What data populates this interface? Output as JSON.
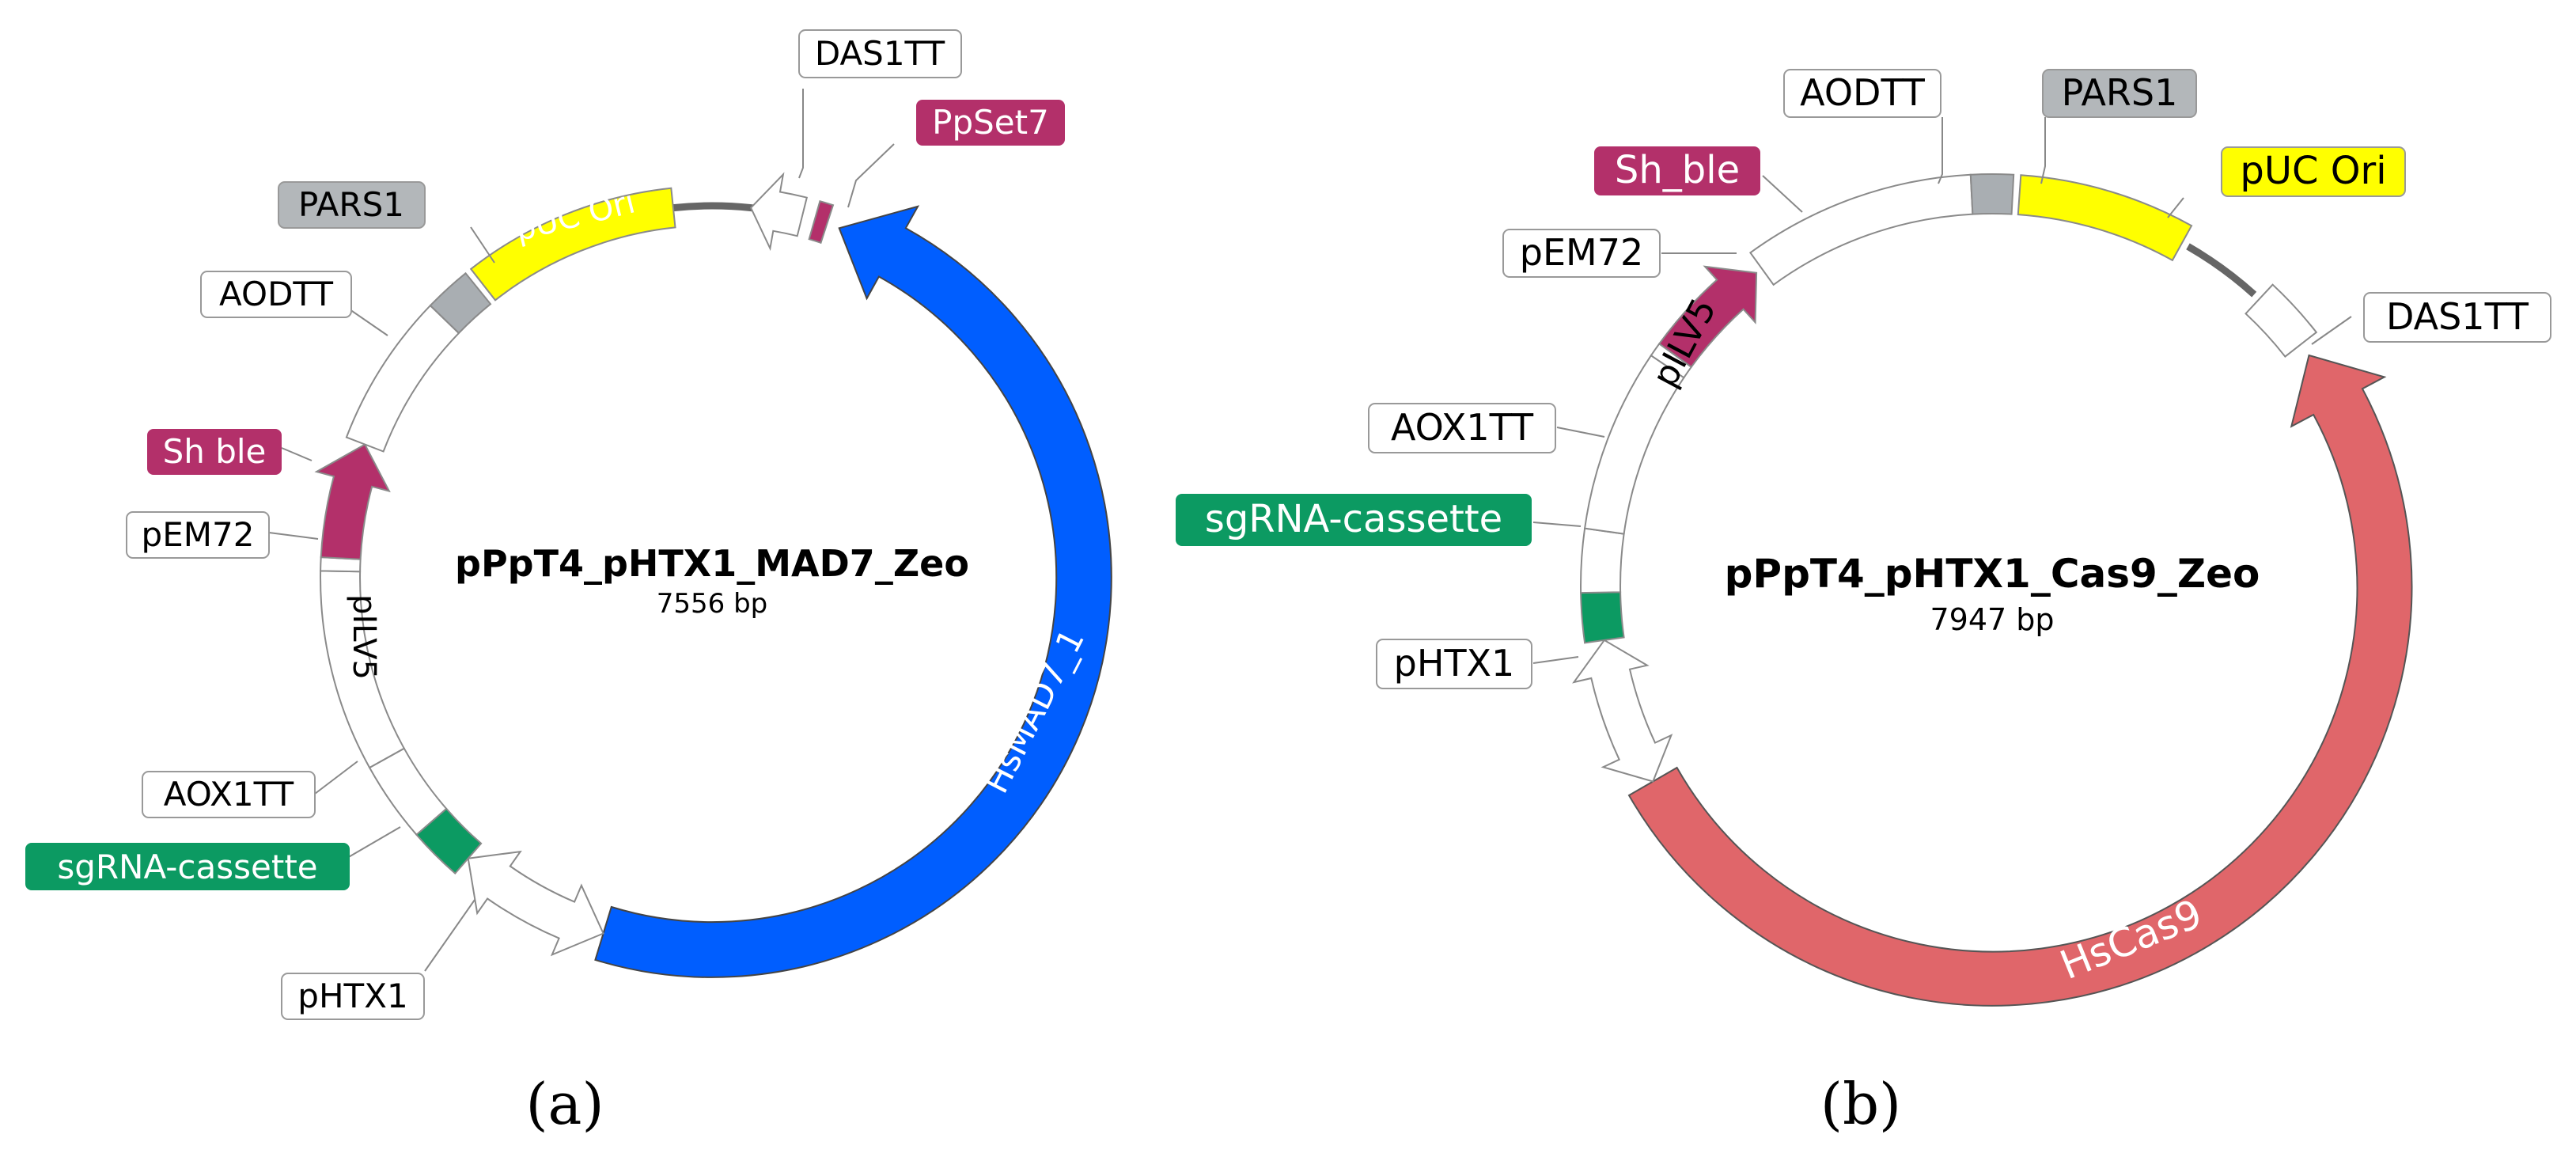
{
  "colors": {
    "blue": "#005eff",
    "magenta": "#b3306a",
    "green": "#0c9a62",
    "yellow": "#ffff00",
    "grey": "#a9aeb2",
    "salmon": "#e0666a",
    "white_feature": "#ffffff",
    "outline": "#8a8a8a",
    "backbone": "#666666"
  },
  "panel_a": {
    "caption": "(a)",
    "name": "pPpT4_pHTX1_MAD7_Zeo",
    "size": "7556 bp",
    "features": {
      "das1tt": "DAS1TT",
      "ppset7": "PpSet7",
      "puc_ori": "pUC Ori",
      "pars1": "PARS1",
      "aodtt": "AODTT",
      "sh_ble": "Sh ble",
      "pem72": "pEM72",
      "pilv5": "pILV5",
      "aox1tt": "AOX1TT",
      "sgrna": "sgRNA-cassette",
      "phtx1": "pHTX1",
      "hsmad7": "HsMAD7_1"
    }
  },
  "panel_b": {
    "caption": "(b)",
    "name": "pPpT4_pHTX1_Cas9_Zeo",
    "size": "7947 bp",
    "features": {
      "aodtt": "AODTT",
      "pars1": "PARS1",
      "puc_ori": "pUC Ori",
      "sh_ble": "Sh_ble",
      "pem72": "pEM72",
      "pilv5": "pILV5",
      "das1tt": "DAS1TT",
      "aox1tt": "AOX1TT",
      "sgrna": "sgRNA-cassette",
      "phtx1": "pHTX1",
      "hscas9": "HsCas9"
    }
  }
}
